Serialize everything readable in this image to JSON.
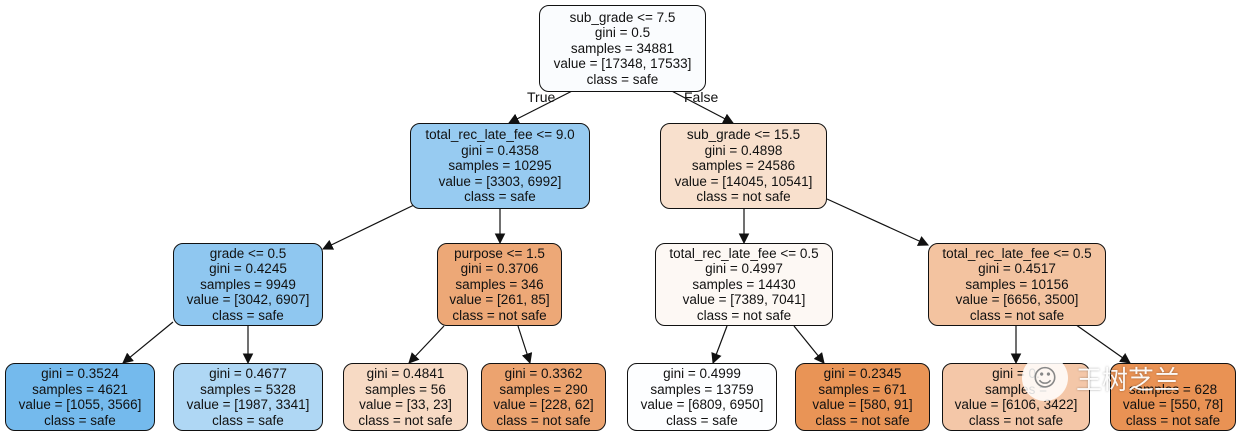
{
  "tree": {
    "edge_labels": {
      "true_label": "True",
      "false_label": "False"
    },
    "nodes": [
      {
        "lines": [
          "sub_grade <= 7.5",
          "gini = 0.5",
          "samples = 34881",
          "value = [17348, 17533]",
          "class = safe"
        ],
        "fill": "#fafcfe"
      },
      {
        "lines": [
          "total_rec_late_fee <= 9.0",
          "gini = 0.4358",
          "samples = 10295",
          "value = [3303, 6992]",
          "class = safe"
        ],
        "fill": "#97cbf1"
      },
      {
        "lines": [
          "sub_grade <= 15.5",
          "gini = 0.4898",
          "samples = 24586",
          "value = [14045, 10541]",
          "class = not safe"
        ],
        "fill": "#f8e0cd"
      },
      {
        "lines": [
          "grade <= 0.5",
          "gini = 0.4245",
          "samples = 9949",
          "value = [3042, 6907]",
          "class = safe"
        ],
        "fill": "#8fc7f0"
      },
      {
        "lines": [
          "purpose <= 1.5",
          "gini = 0.3706",
          "samples = 346",
          "value = [261, 85]",
          "class = not safe"
        ],
        "fill": "#eda877"
      },
      {
        "lines": [
          "total_rec_late_fee <= 0.5",
          "gini = 0.4997",
          "samples = 14430",
          "value = [7389, 7041]",
          "class = not safe"
        ],
        "fill": "#fdf8f4"
      },
      {
        "lines": [
          "total_rec_late_fee <= 0.5",
          "gini = 0.4517",
          "samples = 10156",
          "value = [6656, 3500]",
          "class = not safe"
        ],
        "fill": "#f3c3a0"
      },
      {
        "lines": [
          "gini = 0.3524",
          "samples = 4621",
          "value = [1055, 3566]",
          "class = safe"
        ],
        "fill": "#74baed"
      },
      {
        "lines": [
          "gini = 0.4677",
          "samples = 5328",
          "value = [1987, 3341]",
          "class = safe"
        ],
        "fill": "#afd7f4"
      },
      {
        "lines": [
          "gini = 0.4841",
          "samples = 56",
          "value = [33, 23]",
          "class = not safe"
        ],
        "fill": "#f7dac4"
      },
      {
        "lines": [
          "gini = 0.3362",
          "samples = 290",
          "value = [228, 62]",
          "class = not safe"
        ],
        "fill": "#eca36f"
      },
      {
        "lines": [
          "gini = 0.4999",
          "samples = 13759",
          "value = [6809, 6950]",
          "class = safe"
        ],
        "fill": "#fdfeff"
      },
      {
        "lines": [
          "gini = 0.2345",
          "samples = 671",
          "value = [580, 91]",
          "class = not safe"
        ],
        "fill": "#e99456"
      },
      {
        "lines": [
          "gini = 0.",
          "samples = ",
          "value = [6106, 3422]",
          "class = not safe"
        ],
        "fill": "#f4c7a8"
      },
      {
        "lines": [
          "",
          "samples = 628",
          "value = [550, 78]",
          "class = not safe"
        ],
        "fill": "#e99254"
      }
    ],
    "edges": [
      [
        0,
        1
      ],
      [
        0,
        2
      ],
      [
        1,
        3
      ],
      [
        1,
        4
      ],
      [
        2,
        5
      ],
      [
        2,
        6
      ],
      [
        3,
        7
      ],
      [
        3,
        8
      ],
      [
        4,
        9
      ],
      [
        4,
        10
      ],
      [
        5,
        11
      ],
      [
        5,
        12
      ],
      [
        6,
        13
      ],
      [
        6,
        14
      ]
    ]
  },
  "watermark": {
    "logo_icon": "wechat-icon",
    "text": "王树芝兰"
  }
}
